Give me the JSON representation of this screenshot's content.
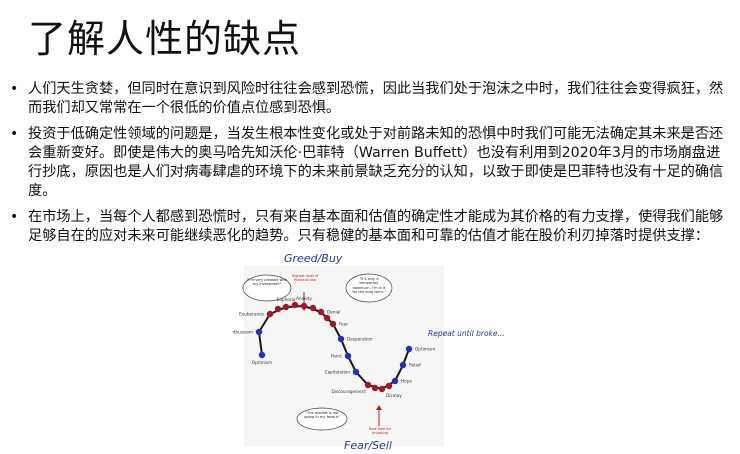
{
  "title": "了解人性的缺点",
  "bullets": [
    "人们天生贪婪，但同时在意识到风险时往往会感到恐慌，因此当我们处于泡沫之中时，我们往往会变得疯狂，然而我们却又常常在一个很低的价值点位感到恐惧。",
    "投资于低确定性领域的问题是，当发生根本性变化或处于对前路未知的恐惧中时我们可能无法确定其未来是否还会重新变好。即使是伟大的奥马哈先知沃伦·巴菲特（Warren Buffett）也没有利用到2020年3月的市场崩盘进行抄底，原因也是人们对病毒肆虐的环境下的未来前景缺乏充分的认知，以致于即使是巴菲特也没有十足的确信度。",
    "在市场上，当每个人都感到恐慌时，只有来自基本面和估值的确定性才能成为其价格的有力支撑，使得我们能够足够自在的应对未来可能继续恶化的趋势。只有稳健的基本面和可靠的估值才能在股价利刃掉落时提供支撑："
  ],
  "bullet_symbol": "•",
  "figure": {
    "top_label": "Greed/Buy",
    "bottom_label": "Fear/Sell",
    "repeat_label": "Repeat until broke...",
    "bubble_left": "\"I'm very pleased with my investment\"",
    "bubble_right": "\"It's only a temporary downturn. I'm in it for the long term.\"",
    "bubble_bottom": "\"The market is not going in my favour\"",
    "top_arrow_note": "Highest level of financial risk",
    "bottom_arrow_note": "Best time for investing",
    "stages": [
      "Optimism",
      "Enthusiasm",
      "Exuberance",
      "Euphoria",
      "Anxiety",
      "Denial",
      "Fear",
      "Desperation",
      "Panic",
      "Capitulation",
      "Discouragement",
      "Dismay",
      "Hope",
      "Relief",
      "Optimism"
    ],
    "colors": {
      "red": "#a01826",
      "blue": "#2530b8",
      "curve": "#1a1a1a",
      "label_blue": "#2a3a8c",
      "arrow_red": "#c01a1a"
    }
  }
}
